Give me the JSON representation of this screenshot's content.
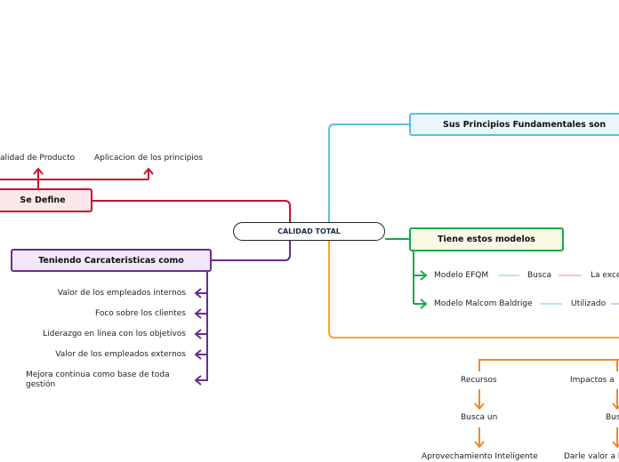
{
  "central": "CALIDAD TOTAL",
  "branches": {
    "principios": "Sus Principios Fundamentales son",
    "modelos": "Tiene estos modelos",
    "define": "Se Define",
    "caracteristicas": "Teniendo Carcateristicas como"
  },
  "define_children": [
    "alidad de Producto",
    "Aplicacion de los principios"
  ],
  "caracteristicas_items": [
    "Valor de los empleados internos",
    "Foco sobre los clientes",
    "Liderazgo en línea con los objetivos",
    "Valor de los empleados externos",
    "Mejora continua como base de toda gestión"
  ],
  "modelos_items": {
    "efqm": "Modelo EFQM",
    "efqm_link": "Busca",
    "efqm_target": "La exce",
    "baldrige": "Modelo Malcom Baldrige",
    "baldrige_link": "Utilizado"
  },
  "orange": {
    "recursos": "Recursos",
    "busca_un": "Busca un",
    "aprovechamiento": "Aprovechamiento Inteligente",
    "impactos": "Impactos a",
    "bus": "Bus",
    "darle_valor": "Darle valor a l"
  },
  "colors": {
    "central_border": "#222222",
    "blue": "#5bbde4",
    "green": "#1aa84c",
    "red": "#c8102e",
    "purple": "#6a2c91",
    "orange": "#f5a623",
    "orange_arrow": "#f08a24"
  }
}
